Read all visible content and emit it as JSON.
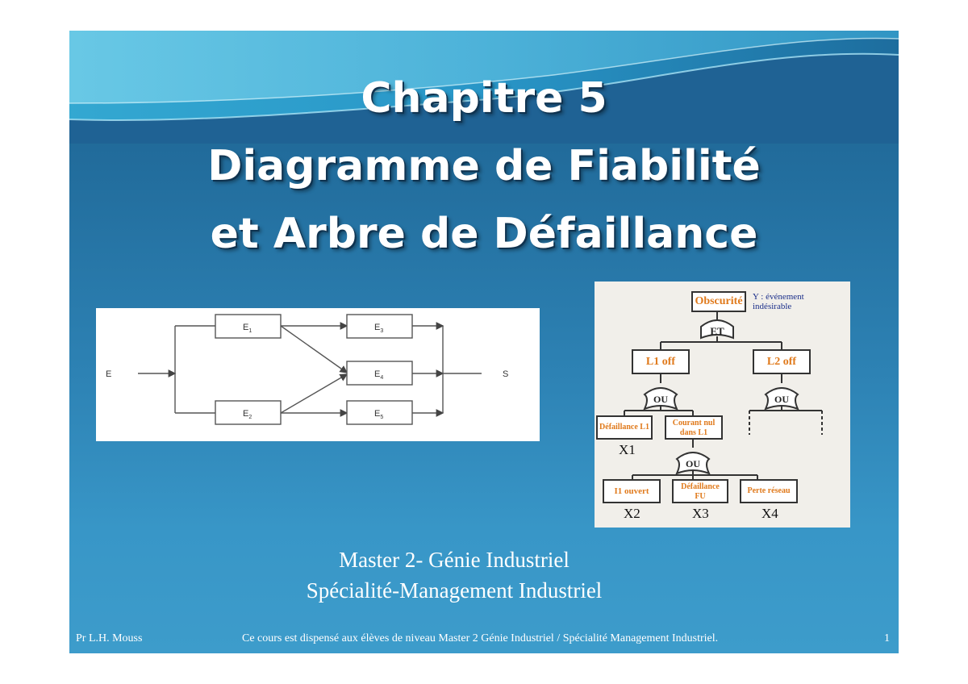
{
  "slide": {
    "title_lines": [
      "Chapitre 5",
      "Diagramme de Fiabilité",
      "et Arbre de Défaillance"
    ],
    "subtitle_lines": [
      "Master 2- Génie Industriel",
      "Spécialité-Management Industriel"
    ],
    "footer": {
      "author": "Pr L.H. Mouss",
      "note": "Ce cours  est dispensé aux élèves de niveau Master 2 Génie Industriel / Spécialité    Management Industriel.",
      "page": "1"
    }
  },
  "reliability_diagram": {
    "input": "E",
    "output": "S",
    "blocks": [
      {
        "label": "E",
        "sub": "1"
      },
      {
        "label": "E",
        "sub": "2"
      },
      {
        "label": "E",
        "sub": "3"
      },
      {
        "label": "E",
        "sub": "4"
      },
      {
        "label": "E",
        "sub": "5"
      }
    ]
  },
  "fault_tree": {
    "top_event": "Obscurité",
    "top_note_lines": [
      "Y : événement",
      "indésirable"
    ],
    "and_gate": "ET",
    "or_gate": "OU",
    "l1": "L1 off",
    "l2": "L2 off",
    "defaillance_l1": "Défaillance L1",
    "courant_lines": [
      "Courant nul",
      "dans L1"
    ],
    "i1": "I1 ouvert",
    "defaillance_fu_lines": [
      "Défaillance",
      "FU"
    ],
    "perte": "Perte réseau",
    "x_labels": [
      "X1",
      "X2",
      "X3",
      "X4"
    ]
  }
}
